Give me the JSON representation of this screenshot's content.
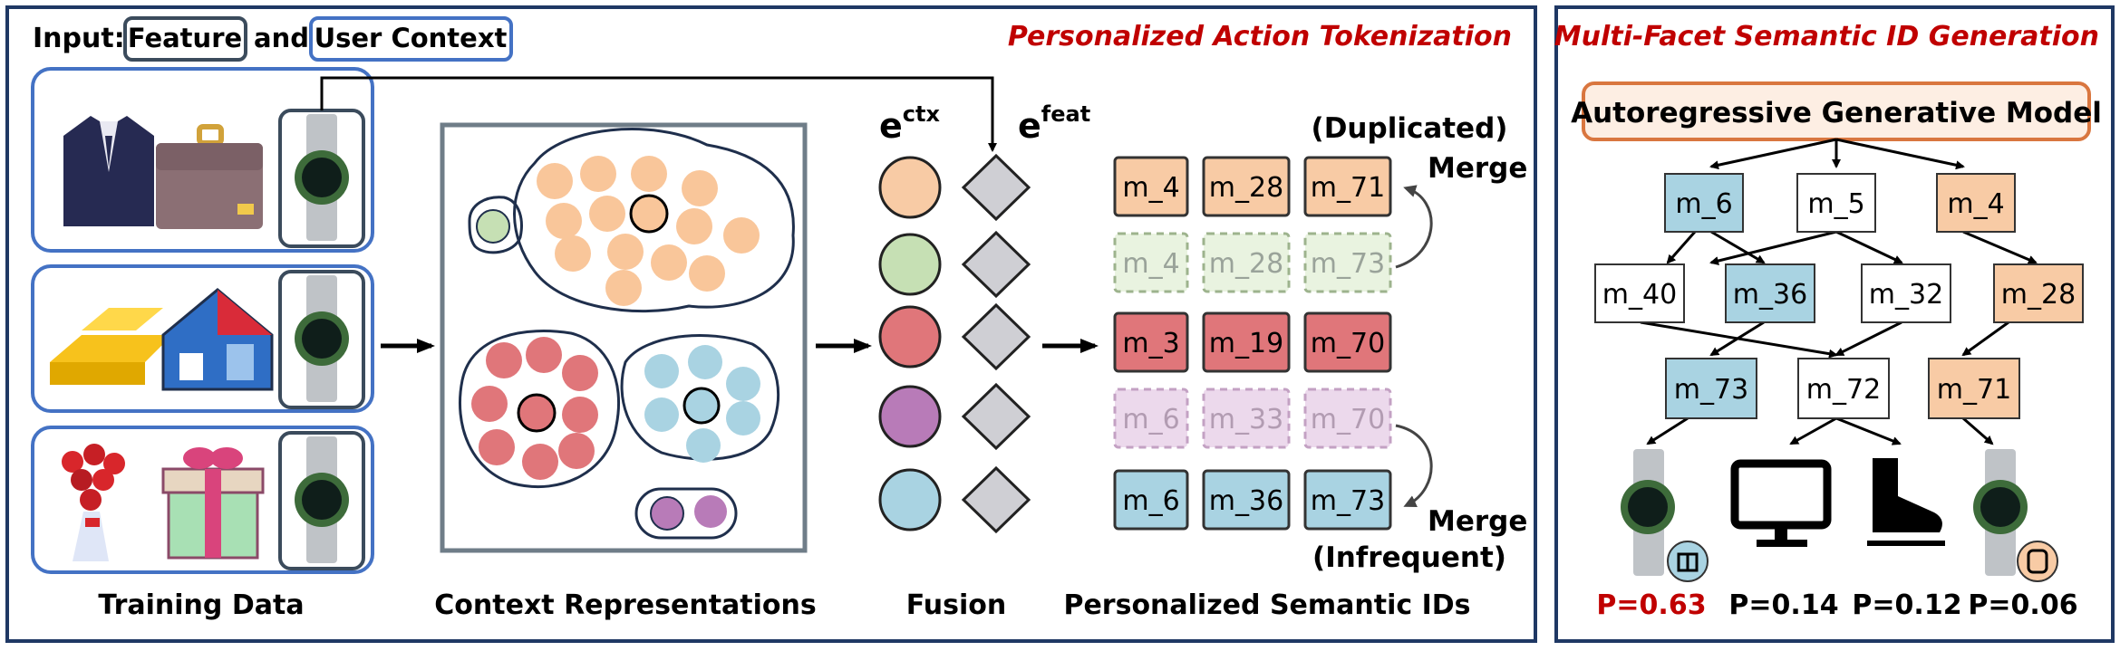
{
  "left_panel": {
    "input_prefix": "Input:",
    "feature_label": "Feature",
    "and_word": "and",
    "user_context_label": "User Context",
    "section_title": "Personalized Action Tokenization",
    "ctx_base": "e",
    "ctx_sup": "ctx",
    "feat_base": "e",
    "feat_sup": "feat",
    "dup_label": "(Duplicated)",
    "merge_top": "Merge",
    "merge_bottom": "Merge",
    "infrequent_label": "(Infrequent)",
    "caption_training": "Training Data",
    "caption_context": "Context Representations",
    "caption_fusion": "Fusion",
    "caption_semantic": "Personalized Semantic IDs",
    "id_rows": [
      {
        "tokens": [
          "m_4",
          "m_28",
          "m_71"
        ],
        "style": "orange"
      },
      {
        "tokens": [
          "m_4",
          "m_28",
          "m_73"
        ],
        "style": "green-faded"
      },
      {
        "tokens": [
          "m_3",
          "m_19",
          "m_70"
        ],
        "style": "red"
      },
      {
        "tokens": [
          "m_6",
          "m_33",
          "m_70"
        ],
        "style": "purple-faded"
      },
      {
        "tokens": [
          "m_6",
          "m_36",
          "m_73"
        ],
        "style": "blue"
      }
    ]
  },
  "right_panel": {
    "section_title": "Multi-Facet Semantic ID Generation",
    "model_label": "Autoregressive Generative Model",
    "level1": [
      "m_6",
      "m_5",
      "m_4"
    ],
    "level2": [
      "m_40",
      "m_36",
      "m_32",
      "m_28"
    ],
    "level3": [
      "m_73",
      "m_72",
      "m_71"
    ],
    "probabilities": [
      "P=0.63",
      "P=0.14",
      "P=0.12",
      "P=0.06"
    ],
    "items": [
      "watch-gift",
      "monitor",
      "ice-skate",
      "watch-smart"
    ]
  },
  "colors": {
    "section_title": "#c00000",
    "panel_border": "#1f3864",
    "user_context_border": "#4472c4",
    "orange": "#f8cba5",
    "green": "#c6e0b4",
    "red": "#e0767a",
    "purple": "#b87bb8",
    "blue": "#a9d3e2",
    "model_fill": "#fdeee3",
    "model_border": "#d9763f",
    "prob_highlight": "#c00000"
  }
}
